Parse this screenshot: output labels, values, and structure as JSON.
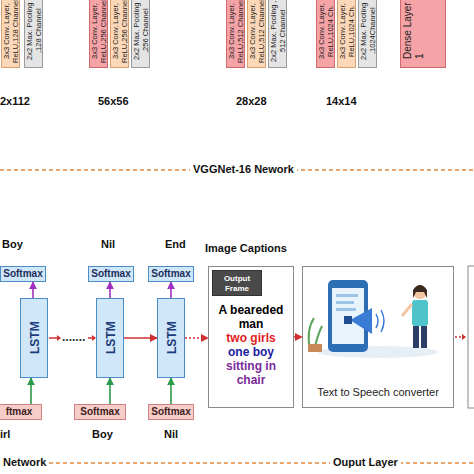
{
  "diagram": {
    "nodes": [
      {
        "text": [
          "3x3 Conv. Layer, ReLU,128 Channel"
        ]
      },
      {
        "text": [
          "2x2 Max. Pooling ,128 Channel"
        ]
      },
      {
        "text": [
          "3x3 Conv. Layer, ReLU,256 Channel"
        ]
      },
      {
        "text": [
          "3x3 Conv. Layer, ReLU,256 Channel"
        ]
      },
      {
        "text": [
          "2x2 Max. Pooling ,256 Channel"
        ]
      },
      {
        "text": [
          "3x3 Conv. Layer, ReLU,512 Channel"
        ]
      },
      {
        "text": [
          "3x3 Conv. Layer, ReLU,512 Channel"
        ]
      },
      {
        "text": [
          "2x2 Max. Pooling , 512 Channel"
        ]
      },
      {
        "text": [
          "3x3 Conv. Layer, ReLU,1024 Ch."
        ]
      },
      {
        "text": [
          "3x3 Conv. Layer, ReLU,1024 Ch."
        ]
      },
      {
        "text": [
          "2x2 Max. Pooling ,1024Channel"
        ]
      },
      {
        "text": [
          "Dense Layer 1"
        ]
      },
      {
        "text": [
          "Softmax"
        ]
      },
      {
        "text": [
          "Softmax"
        ]
      },
      {
        "text": [
          "Softmax"
        ]
      },
      {
        "text": [
          "LSTM"
        ]
      },
      {
        "text": [
          "LSTM"
        ]
      },
      {
        "text": [
          "LSTM"
        ]
      },
      {
        "text": [
          "ftmax"
        ]
      },
      {
        "text": [
          "Softmax"
        ]
      },
      {
        "text": [
          "Softmax"
        ]
      },
      {
        "text": [
          "Image Captions",
          "A beareded man",
          "two girls",
          "one boy",
          "sitting in chair"
        ]
      },
      {
        "text": [
          "Output Frame"
        ],
        "in": 21
      },
      {
        "text": [
          "Text to Speech converter"
        ]
      }
    ],
    "edges": [
      {
        "from": 18,
        "to": 15,
        "arrow": "to"
      },
      {
        "from": 19,
        "to": 16,
        "arrow": "to"
      },
      {
        "from": 20,
        "to": 17,
        "arrow": "to"
      },
      {
        "from": 15,
        "to": 12,
        "arrow": "to"
      },
      {
        "from": 16,
        "to": 13,
        "arrow": "to"
      },
      {
        "from": 17,
        "to": 14,
        "arrow": "to"
      },
      {
        "from": 16,
        "to": 17,
        "arrow": "to"
      },
      {
        "from": 17,
        "to": 21,
        "arrow": "to"
      },
      {
        "from": 21,
        "to": 23,
        "arrow": "to"
      }
    ],
    "labels": [
      "2x112",
      "56x56",
      "28x28",
      "14x14",
      "VGGNet-16 Nework",
      "Boy",
      "Nil",
      "End",
      "irl",
      "Boy",
      "Nil",
      "Network",
      "Ouput Layer"
    ]
  }
}
